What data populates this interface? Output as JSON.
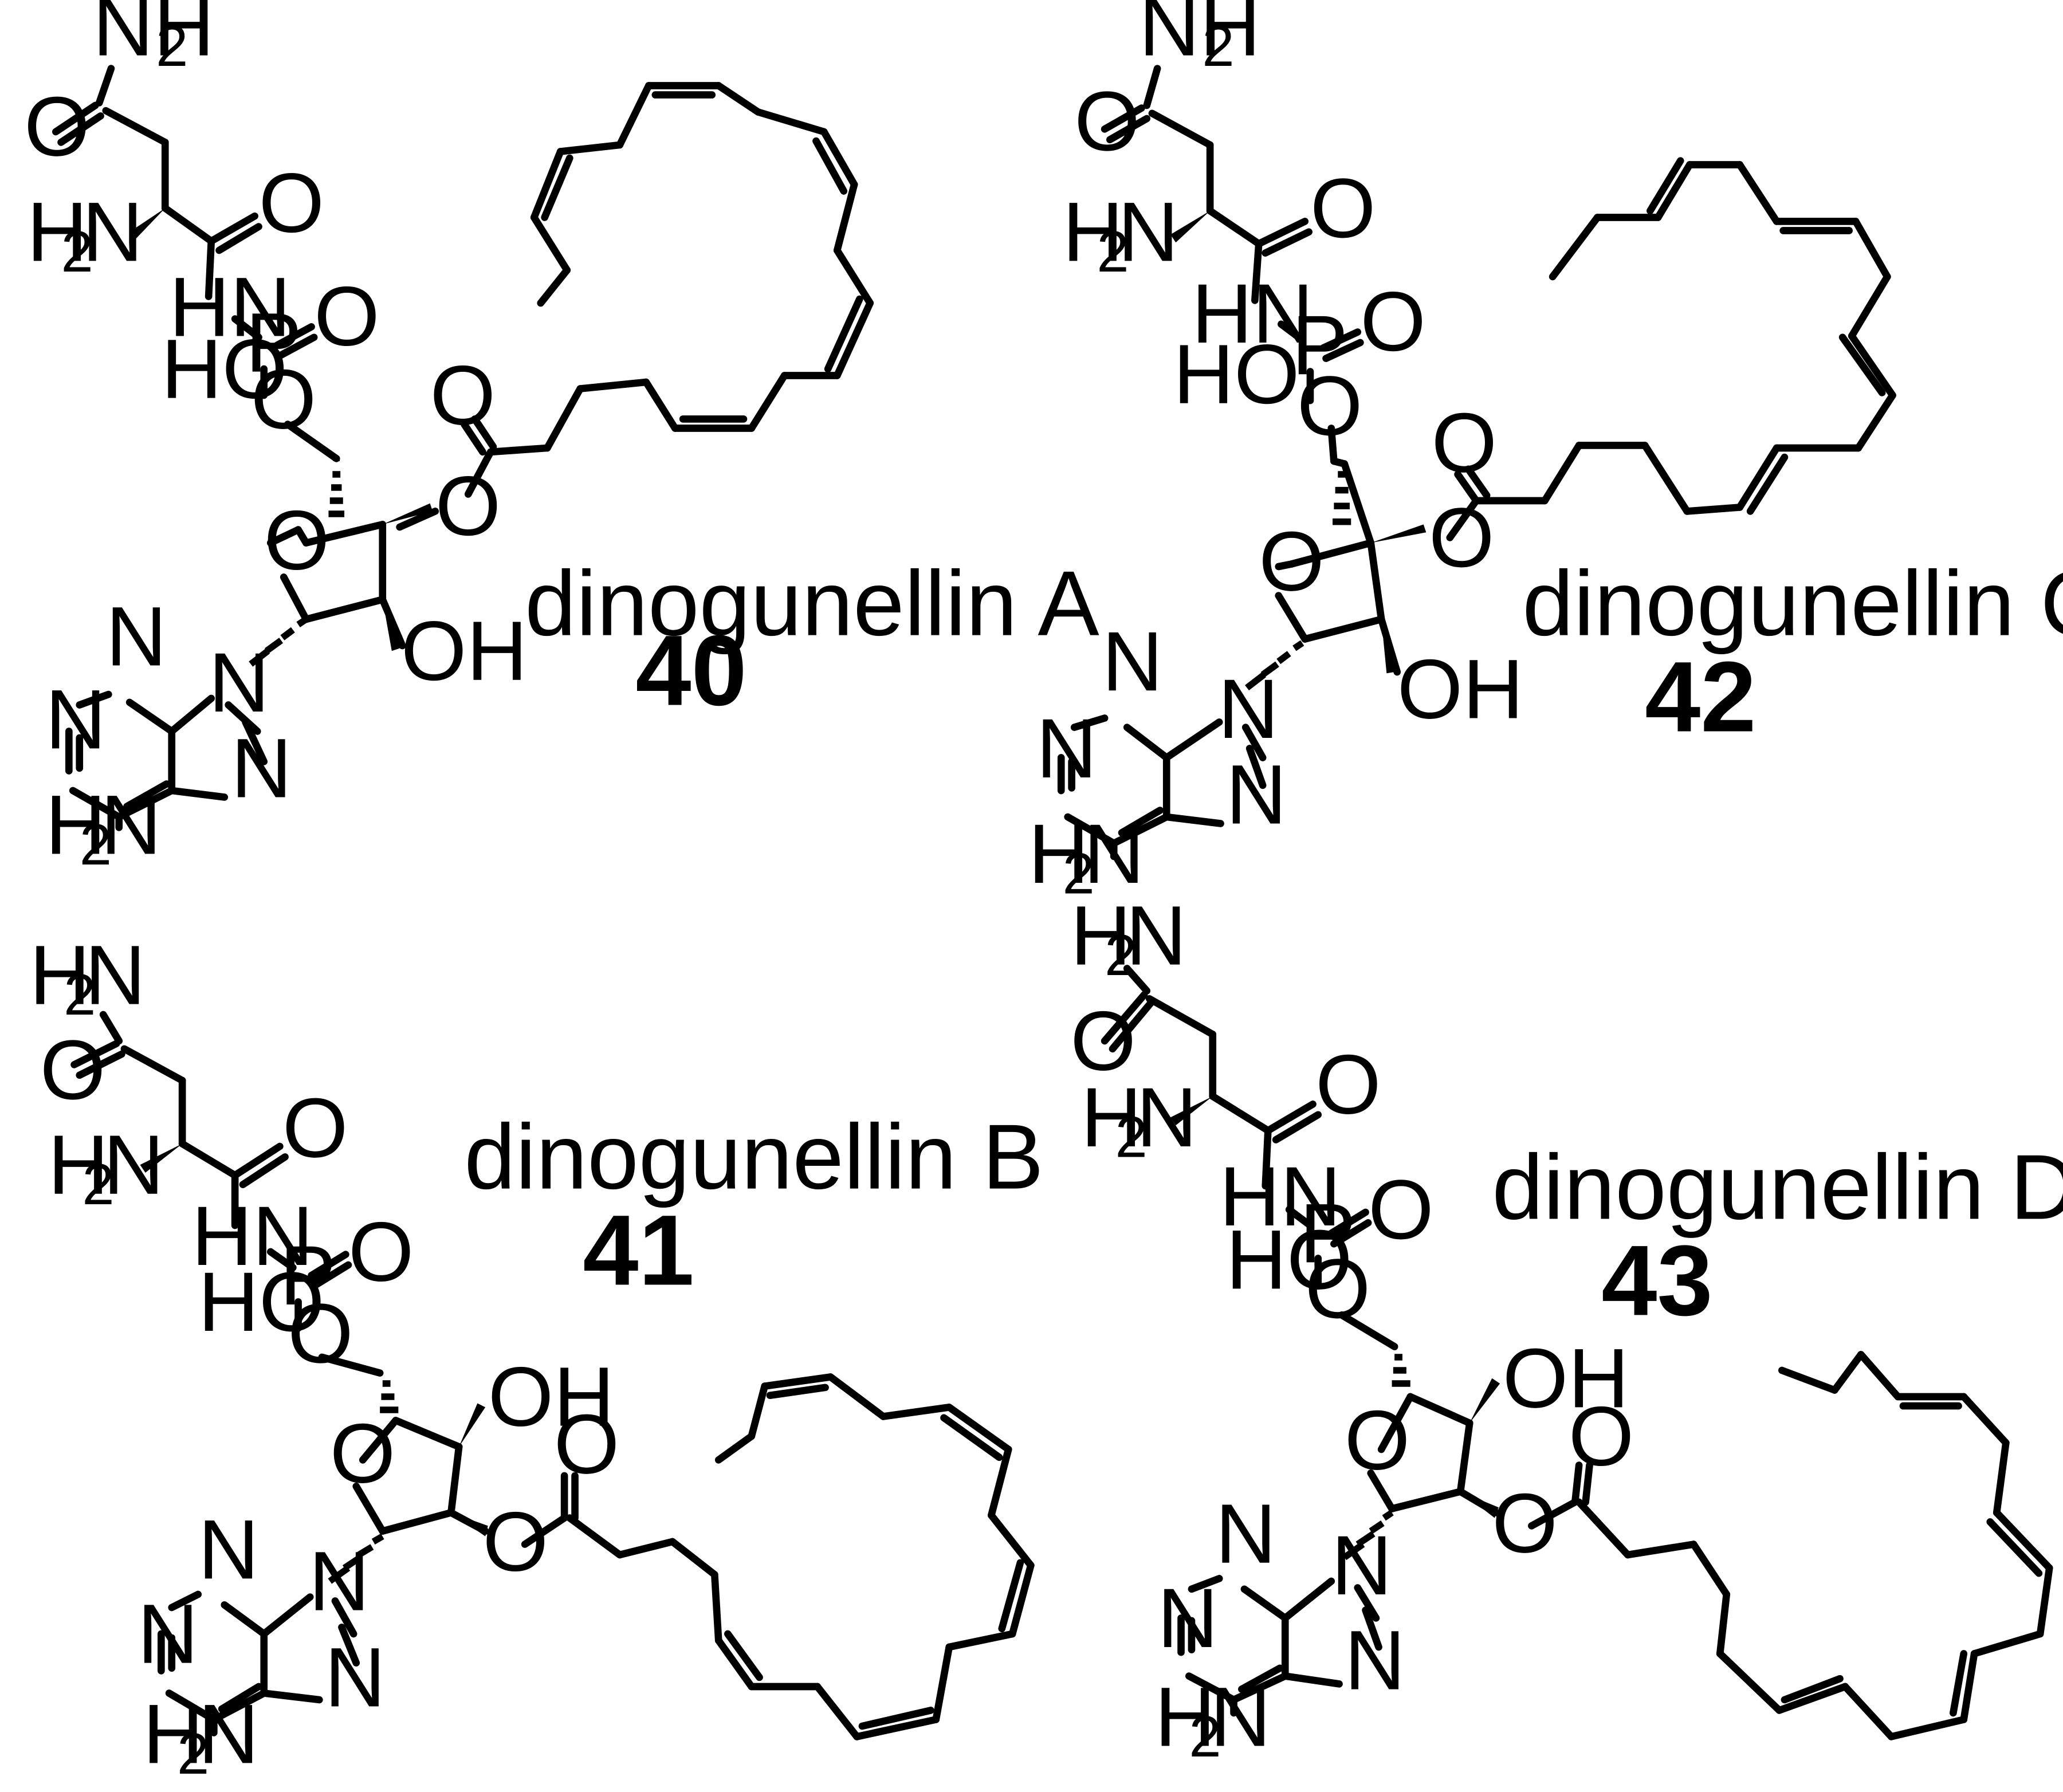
{
  "figure": {
    "compounds": [
      {
        "id": "dinogunellin-a",
        "name": "dinogunellin A",
        "number": "40",
        "labels": {
          "nh2_top": "NH",
          "nh2_top_sub": "2",
          "o_carbonyl": "O",
          "h2n_alpha": "H",
          "h2n_alpha_sub": "2",
          "h2n_alpha_n": "N",
          "o_amide": "O",
          "hn": "HN",
          "p": "P",
          "o_p": "O",
          "ho": "HO",
          "o_ester_link": "O",
          "o_ring": "O",
          "o_acyl": "O",
          "o_carbonyl_ester": "O",
          "oh": "OH",
          "n1": "N",
          "n3": "N",
          "n7": "N",
          "n9": "N",
          "h2n_adenine": "H",
          "h2n_adenine_sub": "2",
          "h2n_adenine_n": "N"
        }
      },
      {
        "id": "dinogunellin-b",
        "name": "dinogunellin B",
        "number": "41",
        "labels": {
          "nh2_top": "H",
          "nh2_top_sub": "2",
          "nh2_top_n": "N",
          "o_carbonyl": "O",
          "h2n_alpha": "H",
          "h2n_alpha_sub": "2",
          "h2n_alpha_n": "N",
          "o_amide": "O",
          "hn": "HN",
          "p": "P",
          "o_p": "O",
          "ho": "HO",
          "o_ester_link": "O",
          "o_ring": "O",
          "oh": "OH",
          "o_acyl": "O",
          "o_carbonyl_ester": "O",
          "n1": "N",
          "n3": "N",
          "n7": "N",
          "n9": "N",
          "h2n_adenine": "H",
          "h2n_adenine_sub": "2",
          "h2n_adenine_n": "N"
        }
      },
      {
        "id": "dinogunellin-c",
        "name": "dinogunellin C",
        "number": "42",
        "labels": {
          "nh2_top": "NH",
          "nh2_top_sub": "2",
          "o_carbonyl": "O",
          "h2n_alpha": "H",
          "h2n_alpha_sub": "2",
          "h2n_alpha_n": "N",
          "o_amide": "O",
          "hn": "HN",
          "p": "P",
          "o_p": "O",
          "ho": "HO",
          "o_ester_link": "O",
          "o_ring": "O",
          "o_acyl": "O",
          "o_carbonyl_ester": "O",
          "oh": "OH",
          "n1": "N",
          "n3": "N",
          "n7": "N",
          "n9": "N",
          "h2n_adenine": "H",
          "h2n_adenine_sub": "2",
          "h2n_adenine_n": "N"
        }
      },
      {
        "id": "dinogunellin-d",
        "name": "dinogunellin D",
        "number": "43",
        "labels": {
          "nh2_top": "H",
          "nh2_top_sub": "2",
          "nh2_top_n": "N",
          "o_carbonyl": "O",
          "h2n_alpha": "H",
          "h2n_alpha_sub": "2",
          "h2n_alpha_n": "N",
          "o_amide": "O",
          "hn": "HN",
          "p": "P",
          "o_p": "O",
          "ho": "HO",
          "o_ester_link": "O",
          "o_ring": "O",
          "oh": "OH",
          "o_acyl": "O",
          "o_carbonyl_ester": "O",
          "n1": "N",
          "n3": "N",
          "n7": "N",
          "n9": "N",
          "h2n_adenine": "H",
          "h2n_adenine_sub": "2",
          "h2n_adenine_n": "N"
        }
      }
    ]
  }
}
